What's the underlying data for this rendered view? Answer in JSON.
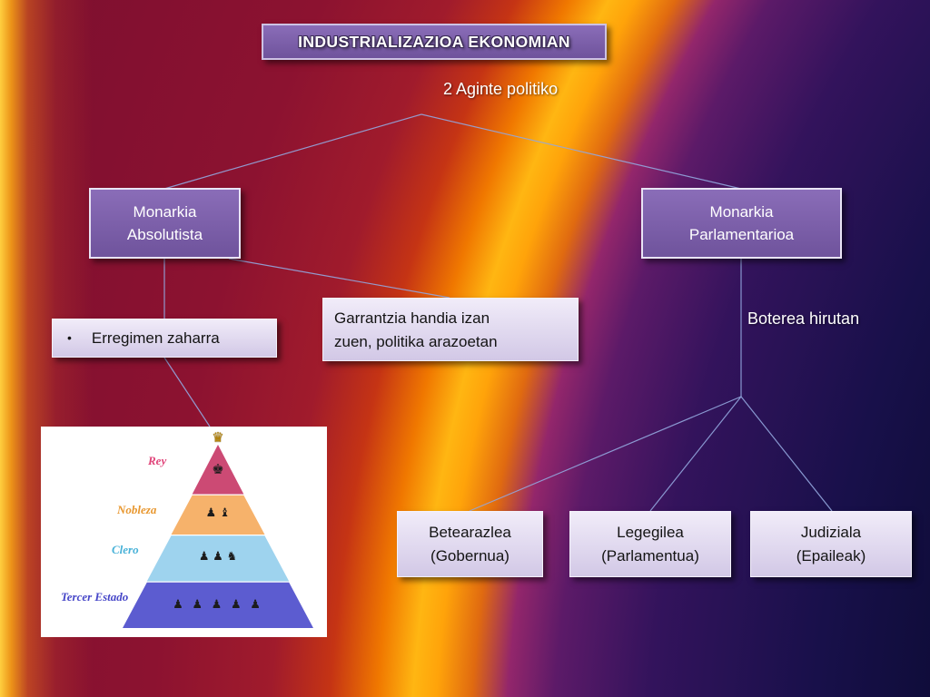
{
  "slide": {
    "title": "INDUSTRIALIZAZIOA EKONOMIAN",
    "subtitle": "2 Aginte politiko",
    "boterea_label": "Boterea hirutan",
    "boxes": {
      "monarkia_absolutista": {
        "line1": "Monarkia",
        "line2": "Absolutista"
      },
      "monarkia_parlamentarioa": {
        "line1": "Monarkia",
        "line2": "Parlamentarioa"
      },
      "erregimen": {
        "bullet": "•",
        "label": "Erregimen zaharra"
      },
      "garrantzia": {
        "line1": "Garrantzia handia izan",
        "line2": "zuen, politika arazoetan"
      },
      "betearazlea": {
        "line1": "Betearazlea",
        "line2": "(Gobernua)"
      },
      "legegilea": {
        "line1": "Legegilea",
        "line2": "(Parlamentua)"
      },
      "judiziala": {
        "line1": "Judiziala",
        "line2": "(Epaileak)"
      }
    },
    "pyramid": {
      "crown": "♛",
      "figures": [
        "♚",
        "♟ ♝",
        "♟ ♟ ♞",
        "♟ ♟ ♟ ♟ ♟"
      ],
      "layers": [
        {
          "label": "Rey",
          "color": "#cc4a74",
          "label_color": "#e0457a"
        },
        {
          "label": "Nobleza",
          "color": "#f6b26b",
          "label_color": "#e8972f"
        },
        {
          "label": "Clero",
          "color": "#9ed3ee",
          "label_color": "#49b2d8"
        },
        {
          "label": "Tercer Estado",
          "color": "#5c5cd0",
          "label_color": "#4646c8"
        }
      ]
    },
    "colors": {
      "purple_box": "#7b5ea6",
      "light_box": "#ddd3ec",
      "connector": "#93a7de",
      "background_arc": "#ffa30a"
    }
  }
}
